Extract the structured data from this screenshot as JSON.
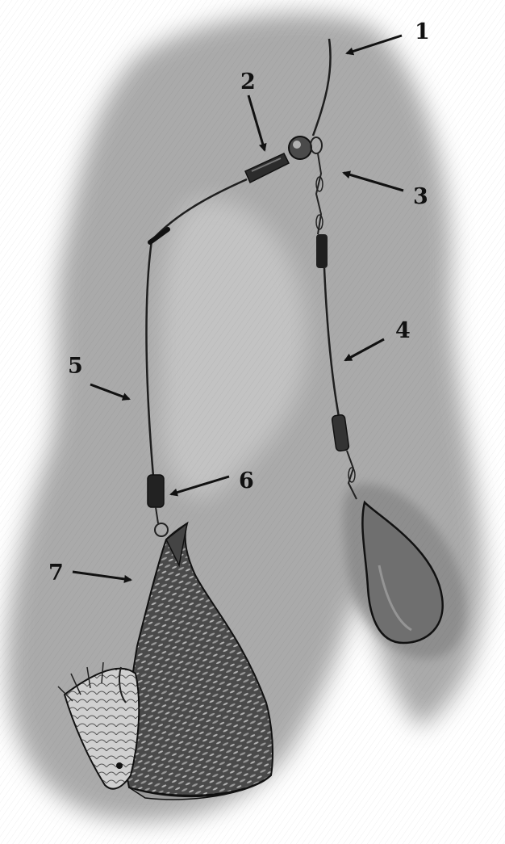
{
  "colors": {
    "background": "#ffffff",
    "wash_dark": "#8a8a8a",
    "wash_mid": "#b7b7b7",
    "line": "#1f1f1f",
    "net_fill": "#6f6f6f",
    "feed_dark": "#3a3a3a",
    "weight_fill": "#7a7a7a",
    "fish_fill": "#c9c9c9"
  },
  "callouts": [
    {
      "num": "1",
      "part": "main-line"
    },
    {
      "num": "2",
      "part": "tube-sleeve"
    },
    {
      "num": "3",
      "part": "swivel"
    },
    {
      "num": "4",
      "part": "weight-leader"
    },
    {
      "num": "5",
      "part": "feeder-leader"
    },
    {
      "num": "6",
      "part": "feeder-connector"
    },
    {
      "num": "7",
      "part": "feeder-net"
    }
  ]
}
